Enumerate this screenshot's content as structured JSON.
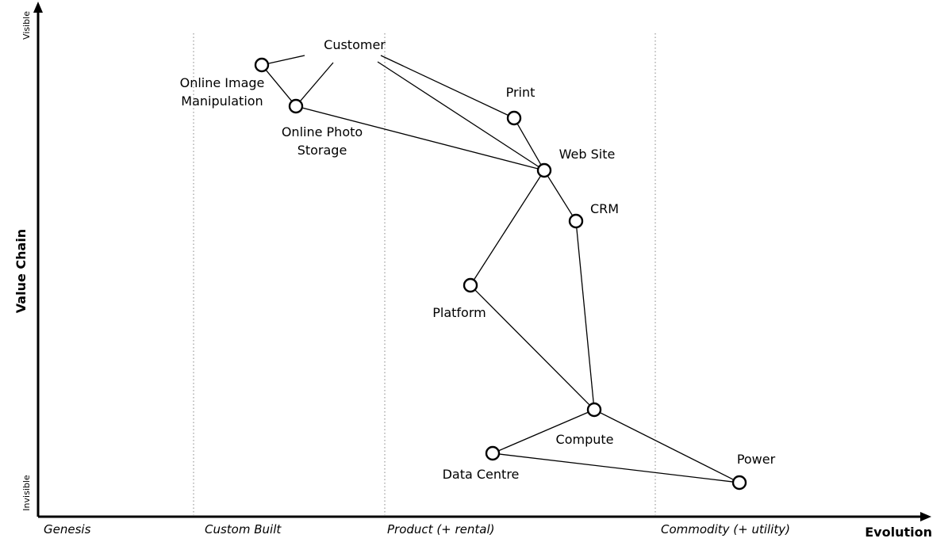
{
  "axes": {
    "y_title": "Value Chain",
    "x_title": "Evolution",
    "y_top_label": "Visible",
    "y_bottom_label": "Invisible"
  },
  "stages": [
    "Genesis",
    "Custom Built",
    "Product (+ rental)",
    "Commodity (+ utility)"
  ],
  "components": [
    {
      "id": "customer",
      "label": [
        "Customer"
      ],
      "has_marker": false
    },
    {
      "id": "online-image-manipulation",
      "label": [
        "Online Image",
        "Manipulation"
      ],
      "has_marker": true
    },
    {
      "id": "online-photo-storage",
      "label": [
        "Online Photo",
        "Storage"
      ],
      "has_marker": true
    },
    {
      "id": "print",
      "label": [
        "Print"
      ],
      "has_marker": true
    },
    {
      "id": "web-site",
      "label": [
        "Web Site"
      ],
      "has_marker": true
    },
    {
      "id": "crm",
      "label": [
        "CRM"
      ],
      "has_marker": true
    },
    {
      "id": "platform",
      "label": [
        "Platform"
      ],
      "has_marker": true
    },
    {
      "id": "compute",
      "label": [
        "Compute"
      ],
      "has_marker": true
    },
    {
      "id": "data-centre",
      "label": [
        "Data Centre"
      ],
      "has_marker": true
    },
    {
      "id": "power",
      "label": [
        "Power"
      ],
      "has_marker": true
    }
  ],
  "links": [
    [
      "customer",
      "online-image-manipulation"
    ],
    [
      "customer",
      "online-photo-storage"
    ],
    [
      "customer",
      "print"
    ],
    [
      "customer",
      "web-site"
    ],
    [
      "online-image-manipulation",
      "online-photo-storage"
    ],
    [
      "online-photo-storage",
      "web-site"
    ],
    [
      "print",
      "web-site"
    ],
    [
      "web-site",
      "crm"
    ],
    [
      "web-site",
      "platform"
    ],
    [
      "crm",
      "compute"
    ],
    [
      "platform",
      "compute"
    ],
    [
      "compute",
      "data-centre"
    ],
    [
      "compute",
      "power"
    ],
    [
      "data-centre",
      "power"
    ]
  ]
}
